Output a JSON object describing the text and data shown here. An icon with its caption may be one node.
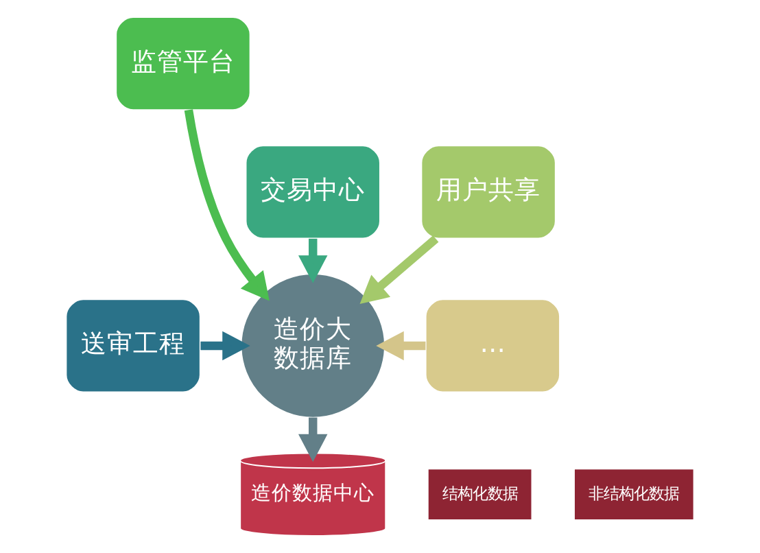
{
  "diagram": {
    "nodes": [
      {
        "text": [
          "监管平台"
        ]
      },
      {
        "text": [
          "交易中心"
        ]
      },
      {
        "text": [
          "用户共享"
        ]
      },
      {
        "text": [
          "送审工程"
        ]
      },
      {
        "text": [
          "造价大数据库"
        ]
      },
      {
        "text": [
          "…"
        ]
      },
      {
        "text": [
          "结构化数据"
        ]
      },
      {
        "text": [
          "非结构化数据"
        ]
      },
      {
        "text": [
          "造价数据中心"
        ]
      }
    ],
    "edges": [
      {
        "from": 0,
        "to": 4,
        "arrow": "to",
        "color": "#4cbd50"
      },
      {
        "from": 1,
        "to": 4,
        "arrow": "to",
        "color": "#3aa880"
      },
      {
        "from": 2,
        "to": 4,
        "arrow": "to",
        "color": "#a4c96b"
      },
      {
        "from": 3,
        "to": 4,
        "arrow": "to",
        "color": "#2a7289"
      },
      {
        "from": 5,
        "to": 4,
        "arrow": "to",
        "color": "#d4c58a"
      },
      {
        "from": 4,
        "to": 8,
        "arrow": "to",
        "color": "#627f88"
      }
    ]
  }
}
